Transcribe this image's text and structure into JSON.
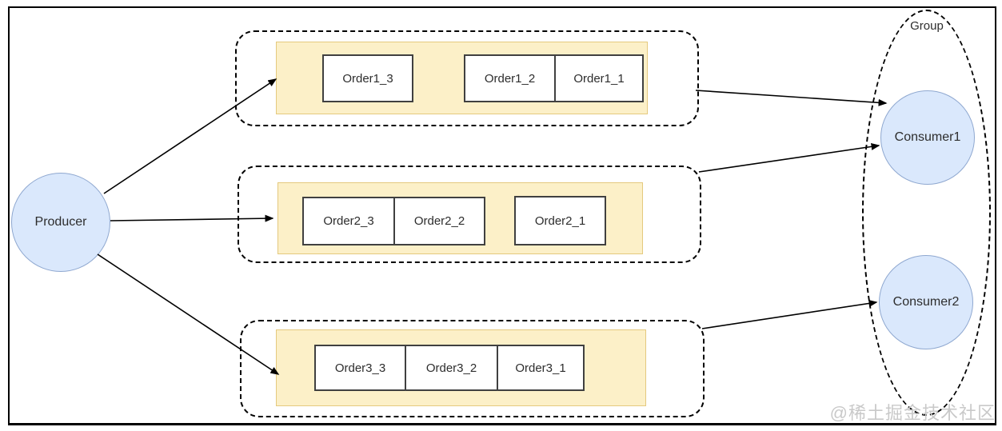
{
  "colors": {
    "node_fill": "#dae8fc",
    "node_stroke": "#8fa8d0",
    "partition_fill": "#fcf0c8",
    "partition_stroke": "#e4c97e",
    "order_box_stroke": "#404040",
    "arrow": "#000000",
    "watermark": "#c9c9c9"
  },
  "producer": {
    "label": "Producer"
  },
  "group": {
    "label": "Group"
  },
  "consumers": [
    {
      "label": "Consumer1"
    },
    {
      "label": "Consumer2"
    }
  ],
  "queues": [
    {
      "segments": [
        [
          "Order1_3"
        ],
        [
          "Order1_2",
          "Order1_1"
        ]
      ]
    },
    {
      "segments": [
        [
          "Order2_3",
          "Order2_2"
        ],
        [
          "Order2_1"
        ]
      ]
    },
    {
      "segments": [
        [
          "Order3_3",
          "Order3_2",
          "Order3_1"
        ]
      ]
    }
  ],
  "watermark": "@稀土掘金技术社区"
}
